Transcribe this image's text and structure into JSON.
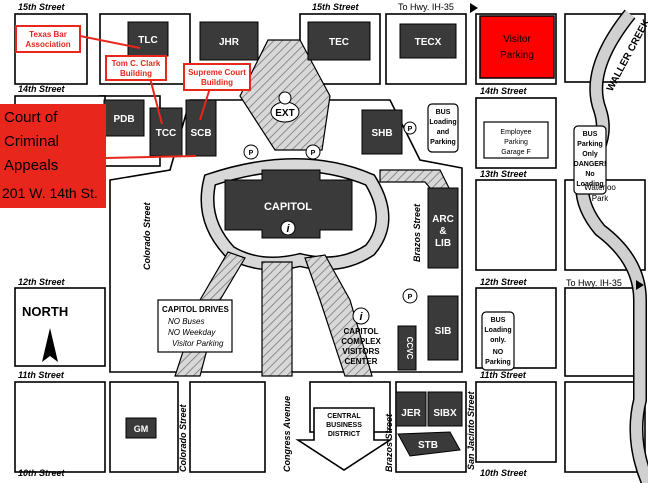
{
  "streets": {
    "s15": "15th Street",
    "s15b": "15th Street",
    "s14": "14th Street",
    "s14b": "14th Street",
    "s13": "13th Street",
    "s12": "12th Street",
    "s12b": "12th Street",
    "s11": "11th Street",
    "s11b": "11th Street",
    "s10": "10th Street",
    "s10b": "10th Street",
    "colorado_n": "Colorado Street",
    "colorado_s": "Colorado Street",
    "congress": "Congress Avenue",
    "brazos_n": "Brazos Street",
    "brazos_s": "Brazos Street",
    "sanjacinto": "San Jacinto Street",
    "waller": "WALLER CREEK",
    "hwy_top": "To Hwy. IH-35",
    "hwy_mid": "To Hwy. IH-35"
  },
  "buildings": {
    "tlc": "TLC",
    "jhr": "JHR",
    "tec": "TEC",
    "tecx": "TECX",
    "pdb": "PDB",
    "tcc": "TCC",
    "scb": "SCB",
    "shb": "SHB",
    "capitol": "CAPITOL",
    "arc1": "ARC",
    "arc2": "&",
    "arc3": "LIB",
    "sib": "SIB",
    "ccvc": "CCVC",
    "jer": "JER",
    "sibx": "SIBX",
    "stb": "STB",
    "gm": "GM",
    "ext": "EXT"
  },
  "callouts": {
    "texas_bar_1": "Texas Bar",
    "texas_bar_2": "Association",
    "tom_clark_1": "Tom C. Clark",
    "tom_clark_2": "Building",
    "supreme_1": "Supreme Court",
    "supreme_2": "Building",
    "visitor_1": "Visitor",
    "visitor_2": "Parking",
    "court_1": "Court of",
    "court_2": "Criminal",
    "court_3": "Appeals",
    "court_4": "201 W. 14th St."
  },
  "labels": {
    "bus_lp_1": "BUS",
    "bus_lp_2": "Loading",
    "bus_lp_3": "and",
    "bus_lp_4": "Parking",
    "emp_1": "Employee",
    "emp_2": "Parking",
    "emp_3": "Garage F",
    "bus_po_1": "BUS",
    "bus_po_2": "Parking",
    "bus_po_3": "Only",
    "bus_po_4": "DANGER!",
    "bus_po_5": "No",
    "bus_po_6": "Loading",
    "waterloo_1": "Waterloo",
    "waterloo_2": "Park",
    "bus_lo_1": "BUS",
    "bus_lo_2": "Loading",
    "bus_lo_3": "only.",
    "bus_lo_4": "NO",
    "bus_lo_5": "Parking",
    "drives_1": "CAPITOL DRIVES",
    "drives_2": "NO Buses",
    "drives_3": "NO Weekday",
    "drives_4": "Visitor Parking",
    "ccvc_1": "CAPITOL",
    "ccvc_2": "COMPLEX",
    "ccvc_3": "VISITORS",
    "ccvc_4": "CENTER",
    "north": "NORTH",
    "cbd_1": "CENTRAL",
    "cbd_2": "BUSINESS",
    "cbd_3": "DISTRICT",
    "info": "i",
    "park_p": "P"
  },
  "colors": {
    "callout_red": "#e8261c",
    "visitor_red": "#ff0000",
    "building": "#3a3a3a",
    "road_hatch": "#8a8a8a"
  }
}
